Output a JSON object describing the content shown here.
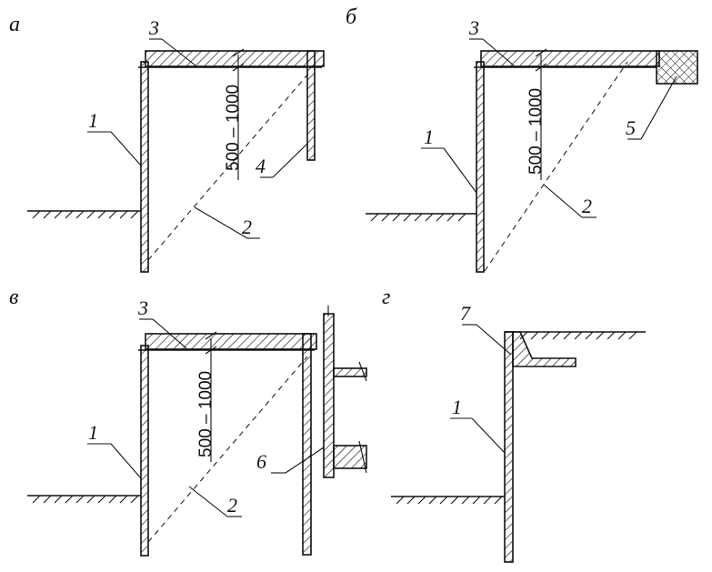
{
  "panels": {
    "a": {
      "letter": "а"
    },
    "b": {
      "letter": "б"
    },
    "v": {
      "letter": "в"
    },
    "g": {
      "letter": "г"
    }
  },
  "callouts": {
    "wall": "1",
    "slip_plane": "2",
    "cover_slab": "3",
    "back_wall": "4",
    "concrete_block": "5",
    "anchored_wall": "6",
    "cantilever_slab": "7"
  },
  "dimensions": {
    "depth": "500 – 1000"
  }
}
